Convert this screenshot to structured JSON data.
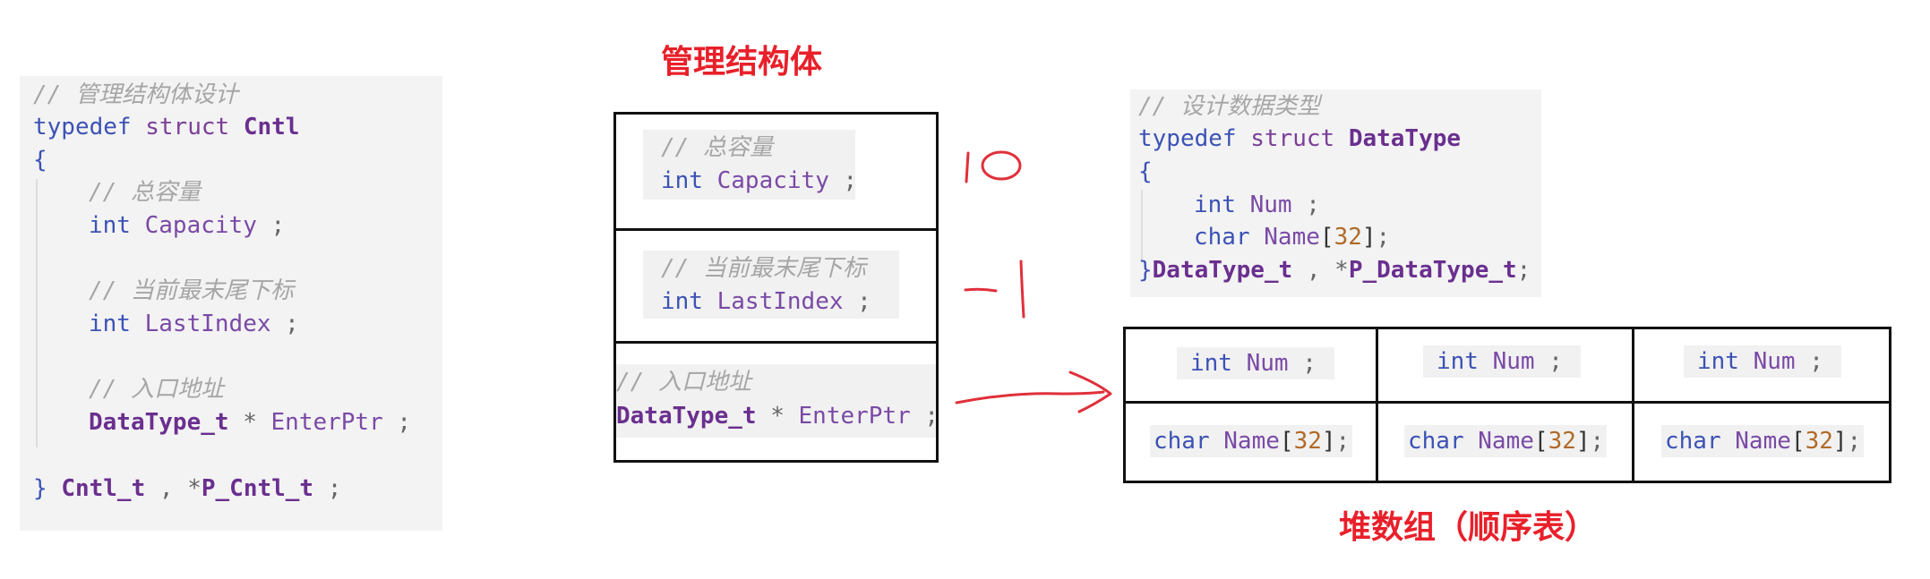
{
  "left_code": {
    "comment_title": "// 管理结构体设计",
    "kw_typedef": "typedef",
    "kw_struct": "struct",
    "struct_name": "Cntl",
    "open_brace": "{",
    "comment_capacity": "// 总容量",
    "kw_int_1": "int",
    "field_capacity": "Capacity",
    "semi_1": ";",
    "comment_last": "// 当前最末尾下标",
    "kw_int_2": "int",
    "field_last": "LastIndex",
    "semi_2": ";",
    "comment_entry": "// 入口地址",
    "type_datatype": "DataType_t",
    "star": "*",
    "field_entry": "EnterPtr",
    "semi_3": ";",
    "close_brace": "}",
    "alias_1": "Cntl_t",
    "comma": ",",
    "star2": "*",
    "alias_2": "P_Cntl_t",
    "semi_4": ";"
  },
  "mgmt_title": "管理结构体",
  "mgmt_table": {
    "cell1_comment": "// 总容量",
    "cell1_kw": "int",
    "cell1_field": "Capacity",
    "cell1_semi": ";",
    "cell2_comment": "// 当前最末尾下标",
    "cell2_kw": "int",
    "cell2_field": "LastIndex",
    "cell2_semi": ";",
    "cell3_comment": "// 入口地址",
    "cell3_type": "DataType_t",
    "cell3_star": "*",
    "cell3_field": "EnterPtr",
    "cell3_semi": ";"
  },
  "annotations": {
    "capacity_value": "10",
    "last_index_value": "-1"
  },
  "right_code": {
    "comment_title": "// 设计数据类型",
    "kw_typedef": "typedef",
    "kw_struct": "struct",
    "struct_name": "DataType",
    "open_brace": "{",
    "kw_int": "int",
    "field_num": "Num",
    "semi_1": ";",
    "kw_char": "char",
    "field_name": "Name",
    "open_bracket": "[",
    "array_size": "32",
    "close_bracket": "]",
    "semi_2": ";",
    "close_brace": "}",
    "alias_1": "DataType_t",
    "comma": ",",
    "star": "*",
    "alias_2": "P_DataType_t",
    "semi_3": ";"
  },
  "heap_array": {
    "columns": [
      {
        "kw_int": "int",
        "field_num": "Num",
        "semi_num": ";",
        "kw_char": "char",
        "field_name": "Name",
        "lb": "[",
        "size": "32",
        "rb": "]",
        "semi_name": ";"
      },
      {
        "kw_int": "int",
        "field_num": "Num",
        "semi_num": ";",
        "kw_char": "char",
        "field_name": "Name",
        "lb": "[",
        "size": "32",
        "rb": "]",
        "semi_name": ";"
      },
      {
        "kw_int": "int",
        "field_num": "Num",
        "semi_num": ";",
        "kw_char": "char",
        "field_name": "Name",
        "lb": "[",
        "size": "32",
        "rb": "]",
        "semi_name": ";"
      }
    ]
  },
  "heap_title": "堆数组（顺序表）",
  "colors": {
    "title_red": "#e8202a",
    "keyword_blue": "#3c52b5",
    "type_purple": "#6a2f8f",
    "comment_gray": "#a6a6a6",
    "number_orange": "#b06a28",
    "panel_bg": "#f3f3f3",
    "handwriting_red": "#e0303a"
  }
}
